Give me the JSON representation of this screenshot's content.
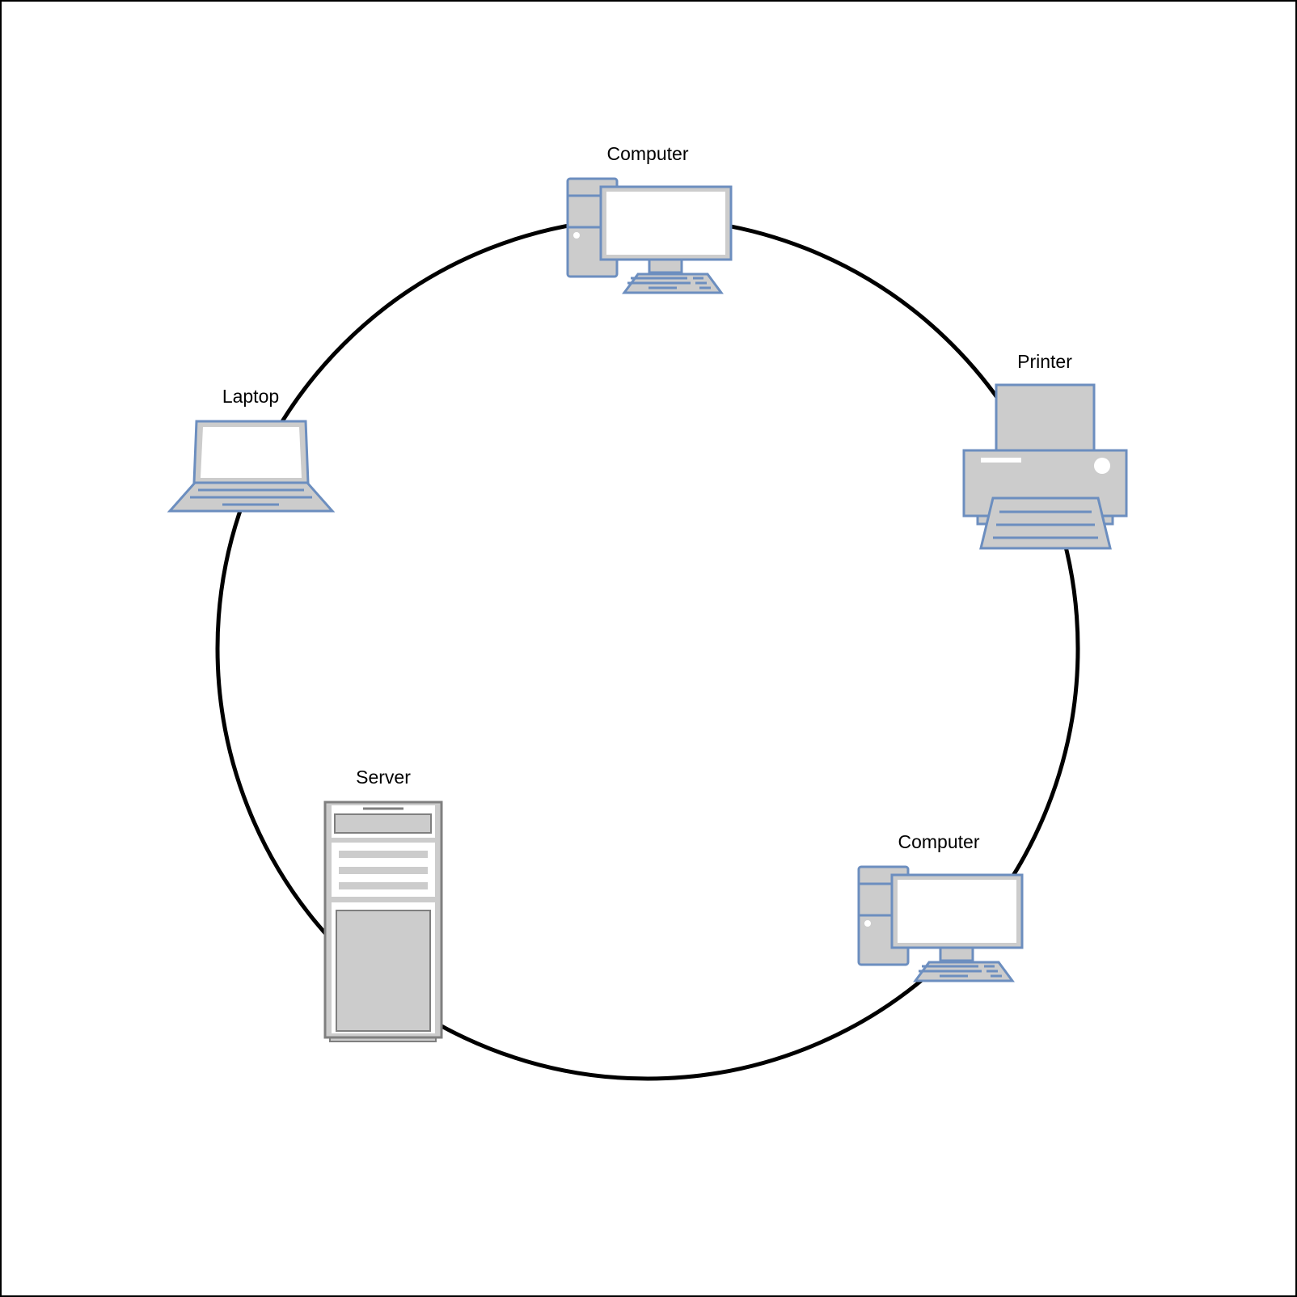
{
  "colors": {
    "ring": "#000000",
    "device_fill": "#cccccc",
    "device_stroke": "#6c8ebf",
    "screen": "#ffffff",
    "server_stroke": "#7f7f7f"
  },
  "topology": "ring",
  "nodes": [
    {
      "id": "computer-top",
      "type": "computer",
      "label": "Computer",
      "icon": "desktop-computer-icon"
    },
    {
      "id": "printer",
      "type": "printer",
      "label": "Printer",
      "icon": "printer-icon"
    },
    {
      "id": "computer-bottom",
      "type": "computer",
      "label": "Computer",
      "icon": "desktop-computer-icon"
    },
    {
      "id": "server",
      "type": "server",
      "label": "Server",
      "icon": "server-tower-icon"
    },
    {
      "id": "laptop",
      "type": "laptop",
      "label": "Laptop",
      "icon": "laptop-icon"
    }
  ]
}
